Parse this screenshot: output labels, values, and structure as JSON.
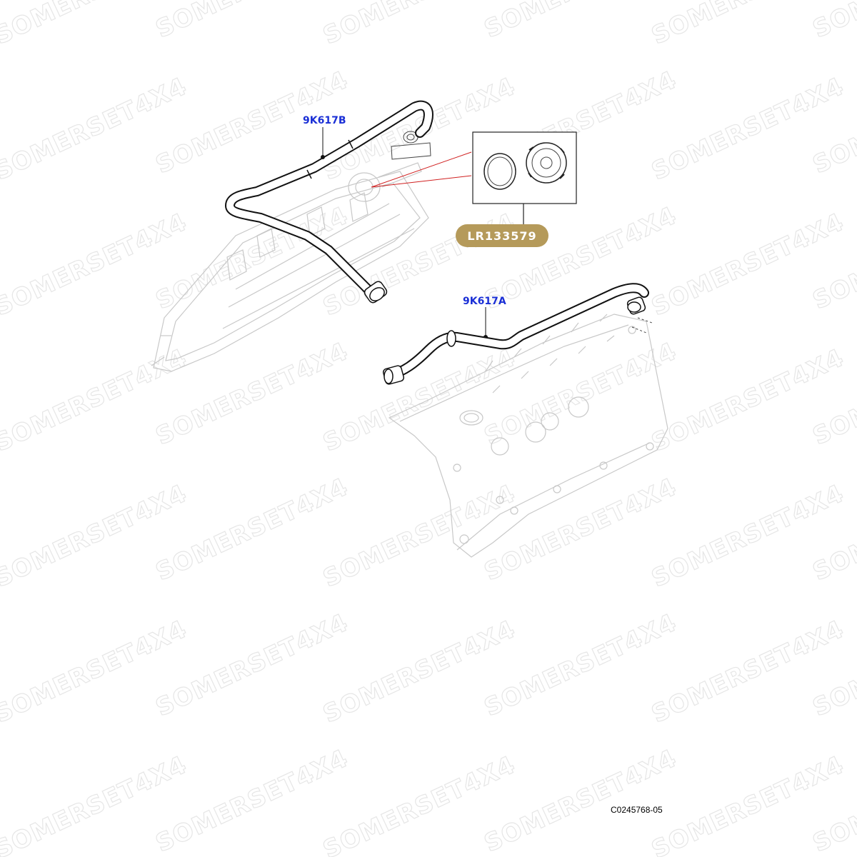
{
  "watermark": {
    "text": "SOMERSET4X4",
    "color": "#e6e6e6"
  },
  "callouts": {
    "hose_upper": "9K617B",
    "hose_lower": "9K617A",
    "color": "#1a2fd6"
  },
  "part_badge": {
    "label": "LR133579",
    "color": "#b59a5a"
  },
  "diagram_code": "C0245768-05",
  "leader_color": "#d02020"
}
